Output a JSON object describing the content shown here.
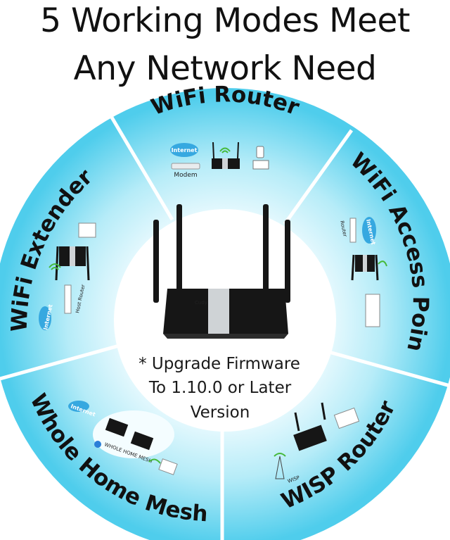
{
  "title": {
    "line1": "5 Working Modes Meet",
    "line2": "Any Network Need"
  },
  "modes": [
    {
      "label": "WiFi Router",
      "icon_caption": "Modem"
    },
    {
      "label": "WiFi Access Point",
      "icon_caption": "Router"
    },
    {
      "label": "WISP Router",
      "icon_caption": "WISP"
    },
    {
      "label": "Whole Home Mesh",
      "icon_caption": "WHOLE HOME MESH"
    },
    {
      "label": "WiFi Extender",
      "icon_caption": "Host Router"
    }
  ],
  "cloud_label": "Internet",
  "router_brand": "Cudy",
  "note": {
    "line1": "* Upgrade Firmware",
    "line2": "To 1.10.0 or Later",
    "line3": "Version"
  },
  "colors": {
    "ring_light": "#ecfbfe",
    "ring_mid": "#aeeaf7",
    "ring_dark": "#58d2ef",
    "wifi_green": "#46b93a",
    "router_black": "#161616",
    "cloud_blue": "#36a8e0"
  }
}
